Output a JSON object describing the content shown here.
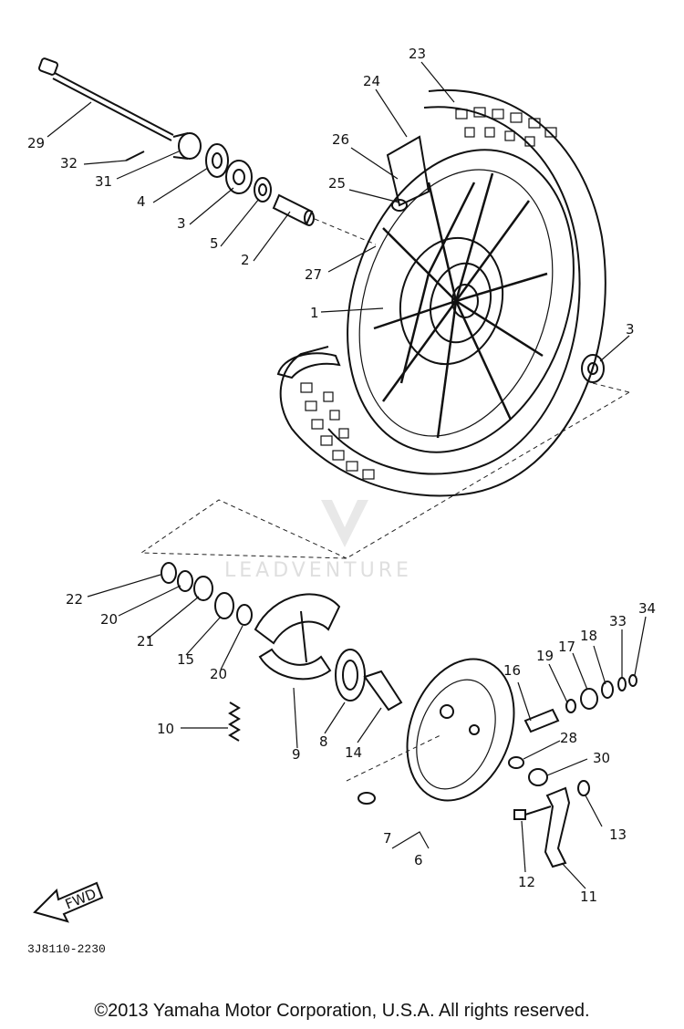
{
  "diagram": {
    "parts": [
      {
        "id": "23",
        "label": "23"
      },
      {
        "id": "24",
        "label": "24"
      },
      {
        "id": "26",
        "label": "26"
      },
      {
        "id": "25",
        "label": "25"
      },
      {
        "id": "29",
        "label": "29"
      },
      {
        "id": "32",
        "label": "32"
      },
      {
        "id": "31",
        "label": "31"
      },
      {
        "id": "4",
        "label": "4"
      },
      {
        "id": "3a",
        "label": "3"
      },
      {
        "id": "5",
        "label": "5"
      },
      {
        "id": "2",
        "label": "2"
      },
      {
        "id": "27",
        "label": "27"
      },
      {
        "id": "1",
        "label": "1"
      },
      {
        "id": "3b",
        "label": "3"
      },
      {
        "id": "22",
        "label": "22"
      },
      {
        "id": "20a",
        "label": "20"
      },
      {
        "id": "21",
        "label": "21"
      },
      {
        "id": "15",
        "label": "15"
      },
      {
        "id": "20b",
        "label": "20"
      },
      {
        "id": "10",
        "label": "10"
      },
      {
        "id": "9",
        "label": "9"
      },
      {
        "id": "8",
        "label": "8"
      },
      {
        "id": "14",
        "label": "14"
      },
      {
        "id": "16",
        "label": "16"
      },
      {
        "id": "19",
        "label": "19"
      },
      {
        "id": "17",
        "label": "17"
      },
      {
        "id": "18",
        "label": "18"
      },
      {
        "id": "33",
        "label": "33"
      },
      {
        "id": "34",
        "label": "34"
      },
      {
        "id": "28",
        "label": "28"
      },
      {
        "id": "30",
        "label": "30"
      },
      {
        "id": "7",
        "label": "7"
      },
      {
        "id": "6",
        "label": "6"
      },
      {
        "id": "13",
        "label": "13"
      },
      {
        "id": "12",
        "label": "12"
      },
      {
        "id": "11",
        "label": "11"
      }
    ],
    "fwd_label": "FWD",
    "catalog_code": "3J8110-2230",
    "watermark": "LEADVENTURE"
  },
  "footer": {
    "copyright": "©2013 Yamaha Motor Corporation, U.S.A. All rights reserved."
  }
}
